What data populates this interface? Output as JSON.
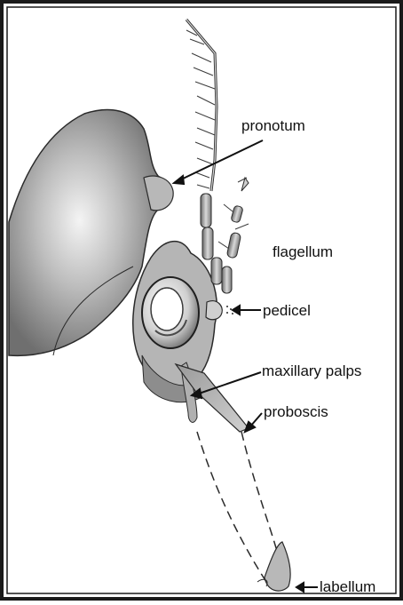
{
  "labels": {
    "pronotum": "pronotum",
    "flagellum": "flagellum",
    "pedicel": "pedicel",
    "maxillary_palps": "maxillary palps",
    "proboscis": "proboscis",
    "labellum": "labellum"
  },
  "colors": {
    "frame": "#1a1a1a",
    "outline": "#2a2a2a",
    "shade": "#8a8a8a",
    "light": "#d8d8d8"
  }
}
